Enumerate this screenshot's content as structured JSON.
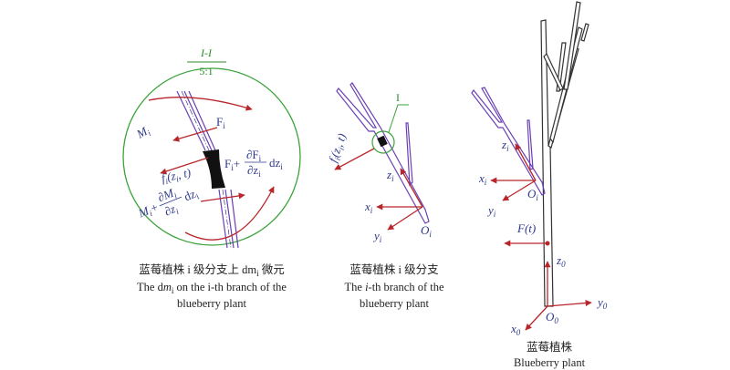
{
  "colors": {
    "force": "#b8262b",
    "branch": "#6a3fb5",
    "plant": "#333333",
    "detail": "#2e8b2e",
    "label": "#2e3a8c"
  },
  "detail_view": {
    "section": "I-I",
    "scale": "5:1",
    "labels": {
      "M": "M",
      "Mi_sub": "i",
      "F": "F",
      "Fi_sub": "i",
      "f": "f",
      "f_sub": "i",
      "f_args": "(z",
      "f_args_sub": "i",
      "f_args_end": ", t)",
      "F_plus": "F",
      "F_plus_sub": "i",
      "F_plus_op": "+",
      "dF_num": "∂F",
      "dF_num_sub": "i",
      "dF_den": "∂z",
      "dF_den_sub": "i",
      "dz": "dz",
      "dz_sub": "i",
      "M_plus": "M",
      "M_plus_sub": "i",
      "M_plus_op": "+",
      "dM_num": "∂M",
      "dM_num_sub": "i",
      "dM_den": "∂z",
      "dM_den_sub": "i",
      "dzM": "dz",
      "dzM_sub": "i"
    },
    "caption_cn": "蓝莓植株 i 级分支上 dm",
    "caption_cn_sub": "i",
    "caption_cn_end": " 微元",
    "caption_en_1a": "The d",
    "caption_en_1b": "m",
    "caption_en_1sub": "i",
    "caption_en_1c": " on the i-th branch of the",
    "caption_en_2": "blueberry plant"
  },
  "branch_view": {
    "detail_marker": "I",
    "labels": {
      "f": "f",
      "f_sub": "i",
      "f_args": "(z",
      "f_args_sub": "i",
      "f_args_end": ", t)",
      "z": "z",
      "z_sub": "i",
      "x": "x",
      "x_sub": "i",
      "y": "y",
      "y_sub": "i",
      "O": "O",
      "O_sub": "i"
    },
    "caption_cn": "蓝莓植株 i 级分支",
    "caption_en_1a": "The ",
    "caption_en_1b": "i",
    "caption_en_1c": "-th branch of the",
    "caption_en_2": "blueberry plant"
  },
  "plant_view": {
    "labels": {
      "z": "z",
      "z_sub": "i",
      "x": "x",
      "x_sub": "i",
      "y": "y",
      "y_sub": "i",
      "O": "O",
      "O_sub": "i",
      "F": "F(t)",
      "z0": "z",
      "z0_sub": "0",
      "y0": "y",
      "y0_sub": "0",
      "x0": "x",
      "x0_sub": "0",
      "O0": "O",
      "O0_sub": "0"
    },
    "caption_cn": "蓝莓植株",
    "caption_en": "Blueberry plant"
  }
}
